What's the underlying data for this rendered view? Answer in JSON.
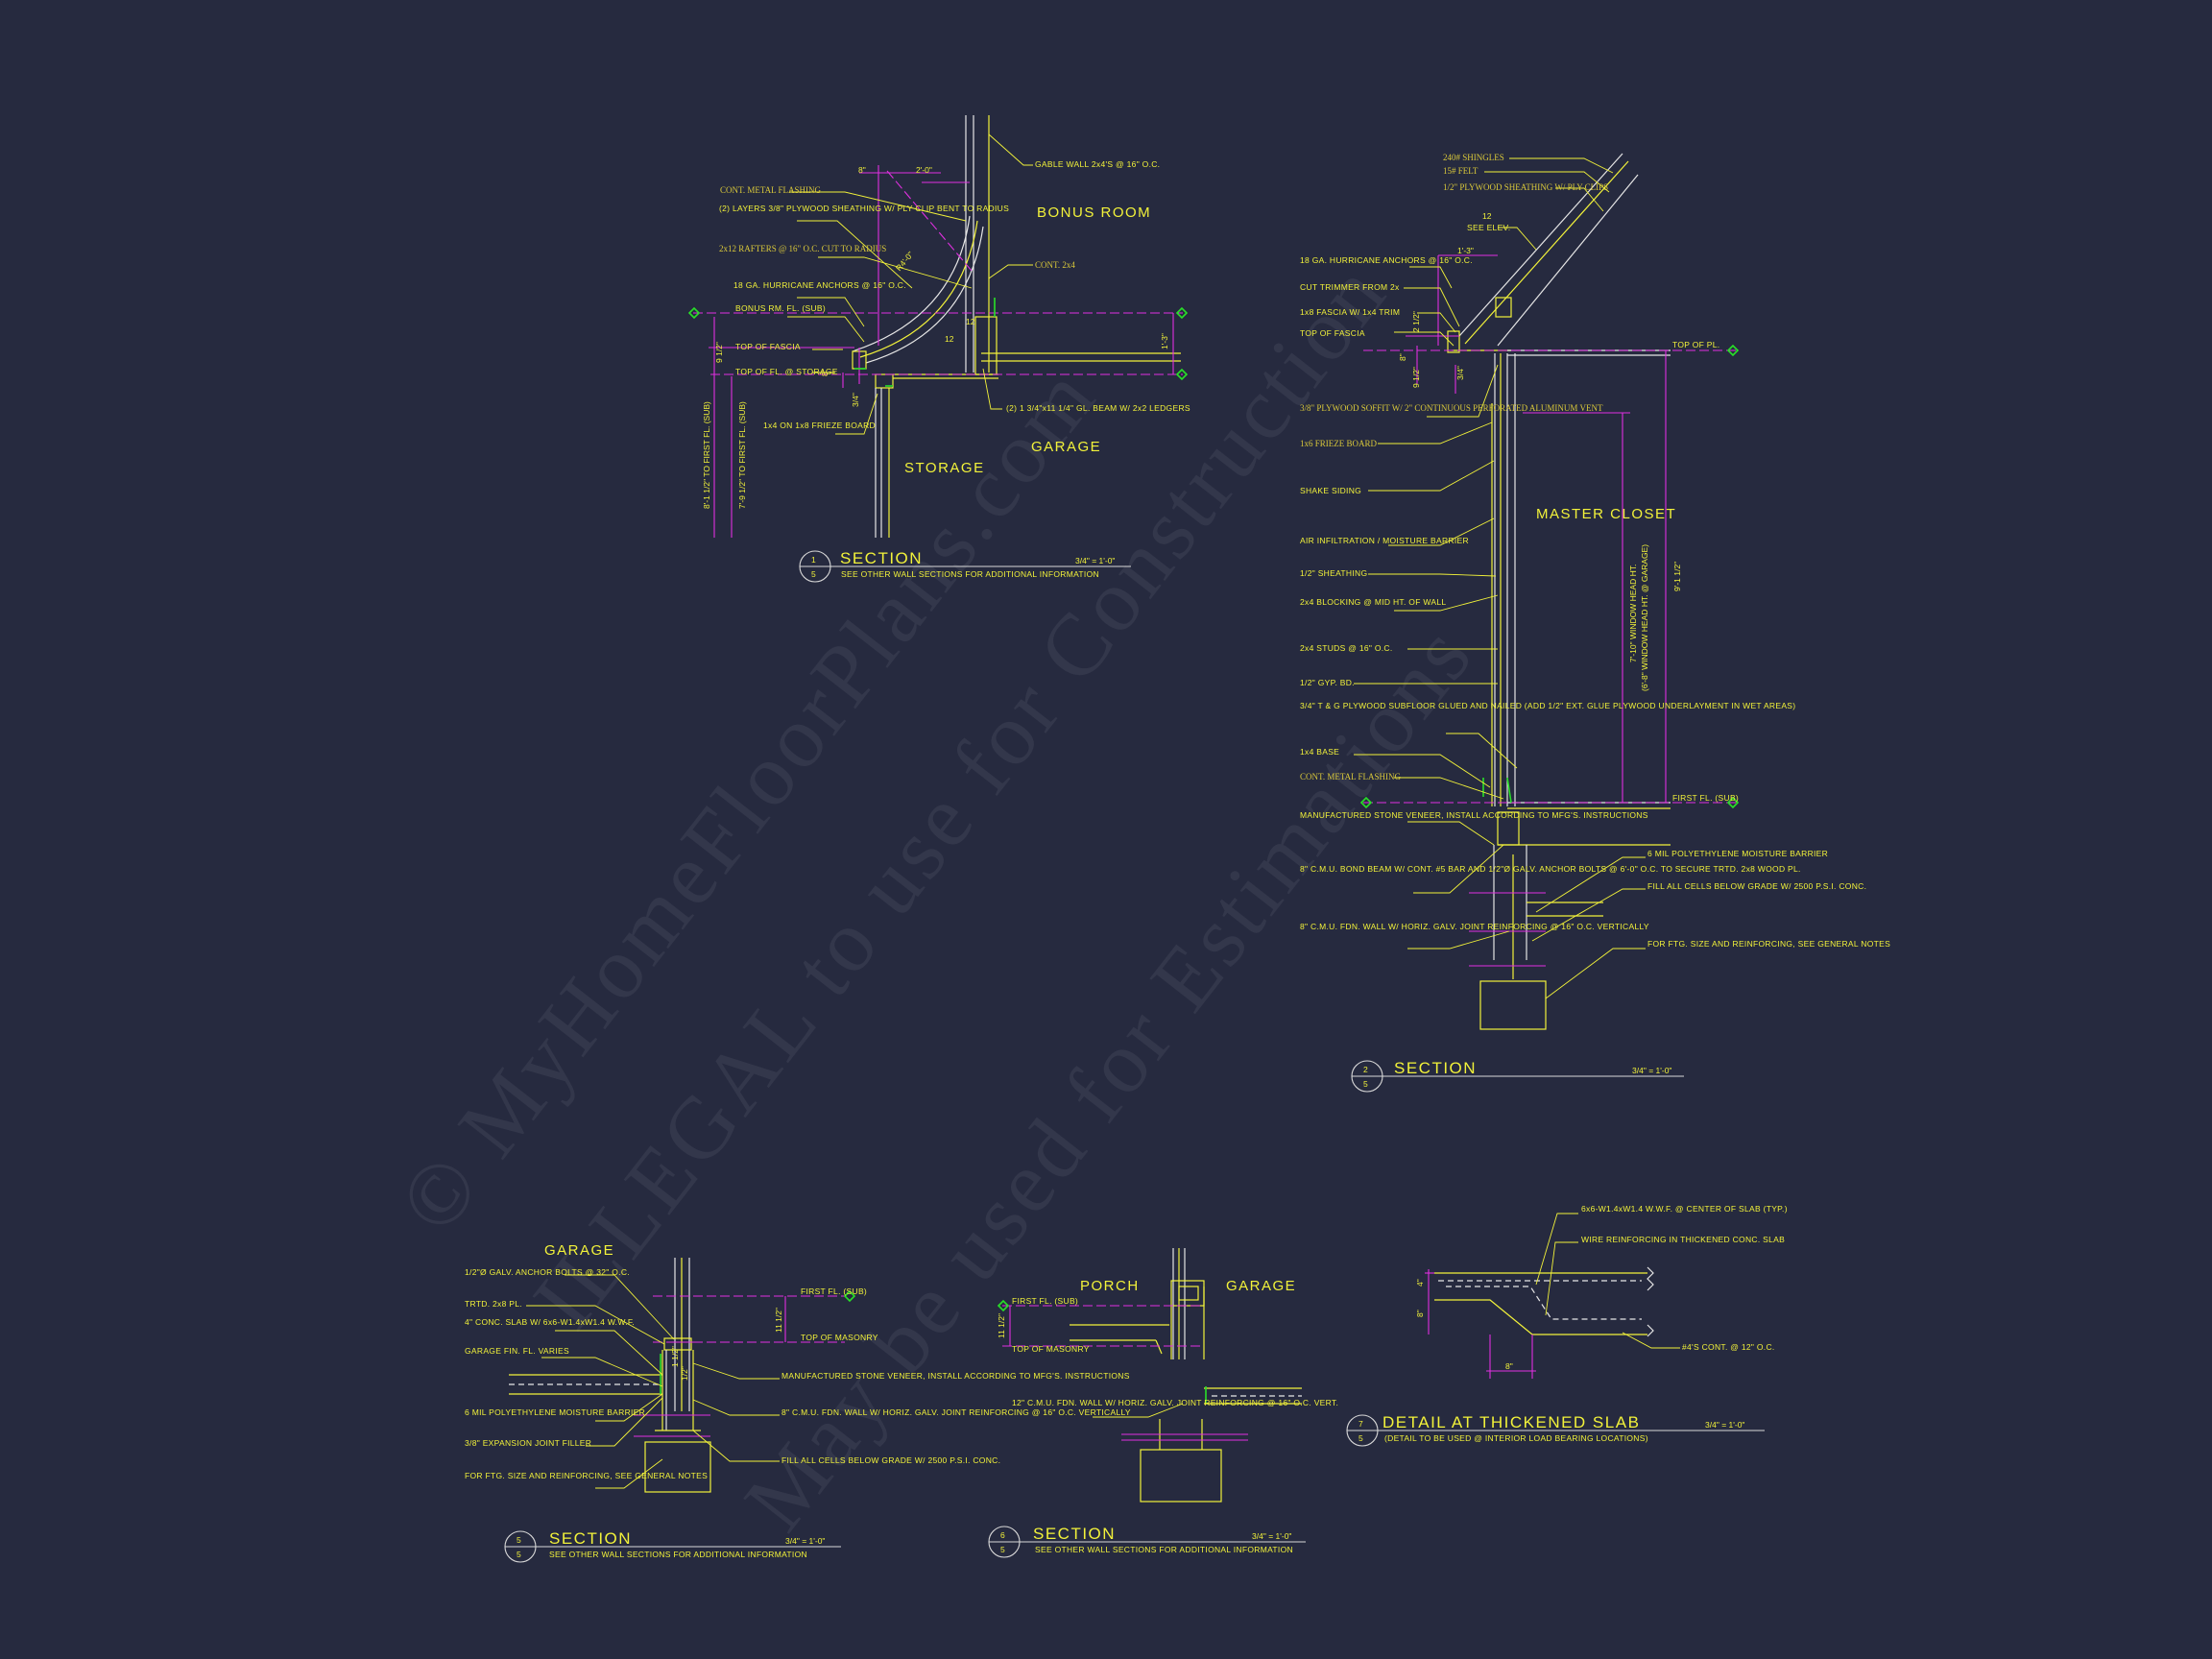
{
  "watermark": {
    "line1": "© MyHomeFloorPlans.com",
    "line2": "ILLEGAL to use for Construction",
    "line3": "May be used for Estimations"
  },
  "details": [
    {
      "id": "section-1",
      "number": "1",
      "sheet": "5",
      "title": "SECTION",
      "scale": "3/4\" = 1'-0\"",
      "subtitle": "SEE OTHER WALL SECTIONS FOR ADDITIONAL INFORMATION",
      "rooms": [
        "BONUS ROOM",
        "STORAGE",
        "GARAGE"
      ],
      "notes": [
        "CONT. METAL FLASHING",
        "(2) LAYERS 3/8\" PLYWOOD SHEATHING W/ PLY CLIP BENT TO RADIUS",
        "2x12 RAFTERS @ 16\" O.C. CUT TO RADIUS",
        "18 GA. HURRICANE ANCHORS @ 16\" O.C.",
        "BONUS RM. FL. (SUB)",
        "TOP OF FASCIA",
        "TOP OF FL. @ STORAGE",
        "1x4 ON 1x8 FRIEZE BOARD",
        "GABLE WALL 2x4'S @ 16\" O.C.",
        "CONT. 2x4",
        "(2) 1 3/4\"x11 1/4\" GL. BEAM W/ 2x2 LEDGERS"
      ],
      "dims": [
        "8\"",
        "2'-0\"",
        "R4'-0\"",
        "12",
        "12",
        "1'-3\"",
        "8\"",
        "3/4\"",
        "9 1/2\"",
        "8'-1 1/2\" TO FIRST FL. (SUB)",
        "7'-9 1/2\" TO FIRST FL. (SUB)"
      ]
    },
    {
      "id": "section-2",
      "number": "2",
      "sheet": "5",
      "title": "SECTION",
      "scale": "3/4\" = 1'-0\"",
      "rooms": [
        "MASTER CLOSET"
      ],
      "notes_top": [
        "240# SHINGLES",
        "15# FELT",
        "1/2\" PLYWOOD SHEATHING W/ PLY CLIPS",
        "SEE ELEV."
      ],
      "notes": [
        "18 GA. HURRICANE ANCHORS @ 16\" O.C.",
        "CUT TRIMMER FROM 2x",
        "1x8 FASCIA W/ 1x4 TRIM",
        "TOP OF FASCIA",
        "3/8\" PLYWOOD SOFFIT W/ 2\" CONTINUOUS PERFORATED ALUMINUM VENT",
        "1x6 FRIEZE BOARD",
        "SHAKE SIDING",
        "AIR INFILTRATION / MOISTURE BARRIER",
        "1/2\" SHEATHING",
        "2x4 BLOCKING @ MID HT. OF WALL",
        "2x4 STUDS @ 16\" O.C.",
        "1/2\" GYP. BD.",
        "3/4\" T & G PLYWOOD SUBFLOOR GLUED AND NAILED (ADD 1/2\" EXT. GLUE PLYWOOD UNDERLAYMENT IN WET AREAS)",
        "1x4 BASE",
        "CONT. METAL FLASHING",
        "MANUFACTURED STONE VENEER, INSTALL ACCORDING TO MFG'S. INSTRUCTIONS",
        "8\" C.M.U. BOND BEAM W/ CONT. #5 BAR AND 1/2\"Ø GALV. ANCHOR BOLTS @ 6'-0\" O.C. TO SECURE TRTD. 2x8 WOOD PL.",
        "8\" C.M.U. FDN. WALL W/ HORIZ. GALV. JOINT REINFORCING @ 16\" O.C. VERTICALLY"
      ],
      "notes_right": [
        "TOP OF PL.",
        "FIRST FL. (SUB)",
        "6 MIL POLYETHYLENE MOISTURE BARRIER",
        "FILL ALL CELLS BELOW GRADE W/ 2500 P.S.I. CONC.",
        "FOR FTG. SIZE AND REINFORCING, SEE GENERAL NOTES"
      ],
      "dims": [
        "12",
        "1'-3\"",
        "2 1/2\"",
        "8\"",
        "9 1/2\"",
        "3/4\"",
        "7'-10\" WINDOW HEAD HT.",
        "(6'-8\" WINDOW HEAD HT. @ GARAGE)",
        "9'-1 1/2\""
      ]
    },
    {
      "id": "section-5",
      "number": "5",
      "sheet": "5",
      "title": "SECTION",
      "scale": "3/4\" = 1'-0\"",
      "subtitle": "SEE OTHER WALL SECTIONS FOR ADDITIONAL INFORMATION",
      "rooms": [
        "GARAGE"
      ],
      "notes": [
        "1/2\"Ø GALV. ANCHOR BOLTS @ 32\" O.C.",
        "TRTD. 2x8 PL.",
        "4\" CONC. SLAB W/ 6x6-W1.4xW1.4 W.W.F.",
        "GARAGE FIN. FL. VARIES",
        "6 MIL POLYETHYLENE MOISTURE BARRIER",
        "3/8\" EXPANSION JOINT FILLER",
        "FOR FTG. SIZE AND REINFORCING, SEE GENERAL NOTES"
      ],
      "notes_right": [
        "FIRST FL. (SUB)",
        "TOP OF MASONRY",
        "MANUFACTURED STONE VENEER, INSTALL ACCORDING TO MFG'S. INSTRUCTIONS",
        "8\" C.M.U. FDN. WALL W/ HORIZ. GALV. JOINT REINFORCING @ 16\" O.C. VERTICALLY",
        "FILL ALL CELLS BELOW GRADE W/ 2500 P.S.I. CONC."
      ],
      "dims": [
        "11 1/2\"",
        "1 1/2\"",
        "1/2\""
      ]
    },
    {
      "id": "section-6",
      "number": "6",
      "sheet": "5",
      "title": "SECTION",
      "scale": "3/4\" = 1'-0\"",
      "subtitle": "SEE OTHER WALL SECTIONS FOR ADDITIONAL INFORMATION",
      "rooms": [
        "PORCH",
        "GARAGE"
      ],
      "notes": [
        "FIRST FL. (SUB)",
        "TOP OF MASONRY",
        "12\" C.M.U. FDN. WALL W/ HORIZ. GALV. JOINT REINFORCING @ 16\" O.C. VERT."
      ],
      "dims": [
        "11 1/2\""
      ]
    },
    {
      "id": "detail-7",
      "number": "7",
      "sheet": "5",
      "title": "DETAIL AT THICKENED SLAB",
      "scale": "3/4\" = 1'-0\"",
      "subtitle": "(DETAIL TO BE USED @ INTERIOR LOAD BEARING LOCATIONS)",
      "notes": [
        "6x6-W1.4xW1.4 W.W.F. @ CENTER OF SLAB (TYP.)",
        "WIRE REINFORCING IN THICKENED CONC. SLAB",
        "#4'S CONT. @ 12\" O.C."
      ],
      "dims": [
        "4\"",
        "8\"",
        "8\""
      ]
    }
  ]
}
